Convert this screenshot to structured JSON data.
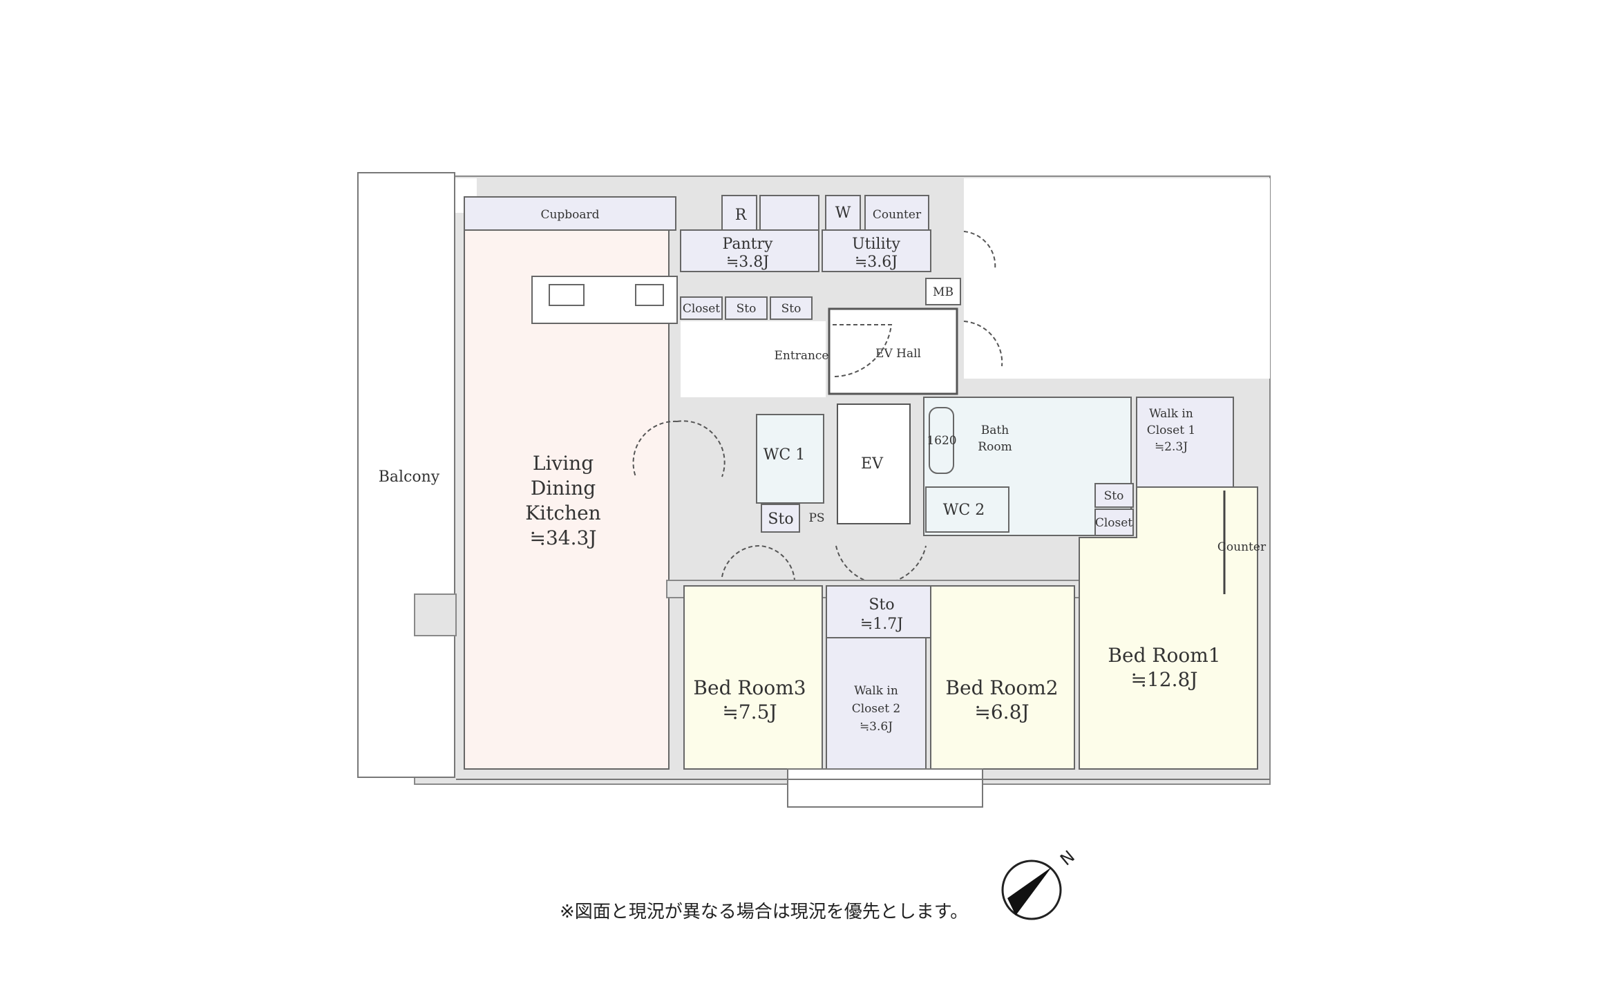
{
  "colors": {
    "ldk": "#fdf3f0",
    "bedroom": "#fdfdea",
    "storage": "#ececf6",
    "wet": "#eef5f7",
    "wall": "#e4e4e4"
  },
  "rooms": {
    "cupboard": "Cupboard",
    "balcony": "Balcony",
    "ldk": {
      "l1": "Living",
      "l2": "Dining",
      "l3": "Kitchen",
      "area": "≒34.3J"
    },
    "pantry": {
      "name": "Pantry",
      "area": "≒3.8J"
    },
    "utility": {
      "name": "Utility",
      "area": "≒3.6J"
    },
    "r": "R",
    "w": "W",
    "counter": "Counter",
    "mb": "MB",
    "closet": "Closet",
    "sto": "Sto",
    "entrance": "Entrance",
    "ev_hall": "EV Hall",
    "ev": "EV",
    "wc1": "WC 1",
    "wc2": "WC 2",
    "ps": "PS",
    "bath": {
      "l1": "Bath",
      "l2": "Room",
      "tub": "1620"
    },
    "wic1": {
      "l1": "Walk in",
      "l2": "Closet 1",
      "area": "≒2.3J"
    },
    "wic2": {
      "l1": "Walk in",
      "l2": "Closet 2",
      "area": "≒3.6J"
    },
    "sto_main": {
      "name": "Sto",
      "area": "≒1.7J"
    },
    "bed1": {
      "name": "Bed Room1",
      "area": "≒12.8J"
    },
    "bed2": {
      "name": "Bed Room2",
      "area": "≒6.8J"
    },
    "bed3": {
      "name": "Bed Room3",
      "area": "≒7.5J"
    },
    "counter_bed1": "Counter"
  },
  "note": "※図面と現況が異なる場合は現況を優先とします。",
  "compass": {
    "label": "N"
  }
}
